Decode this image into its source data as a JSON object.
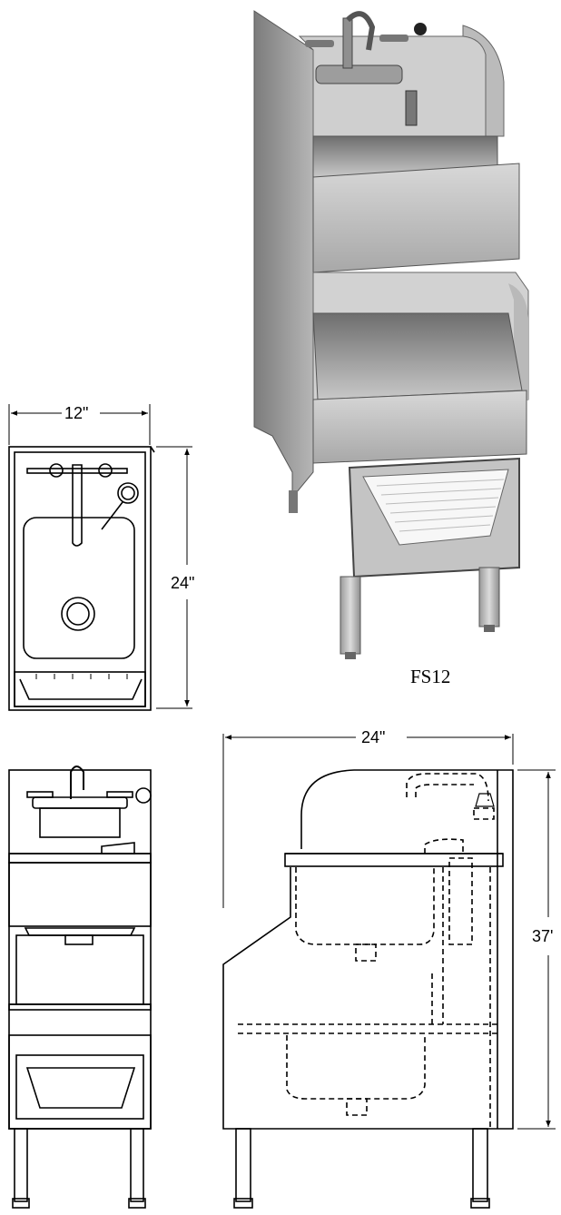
{
  "labels": {
    "model": "FS12",
    "top_width": "12\"",
    "top_depth": "24\"",
    "side_width": "24\"",
    "side_height": "37'"
  },
  "colors": {
    "steel_light": "#e4e4e4",
    "steel_mid": "#bdbdbd",
    "steel_dark": "#8a8a8a",
    "line": "#000000"
  }
}
